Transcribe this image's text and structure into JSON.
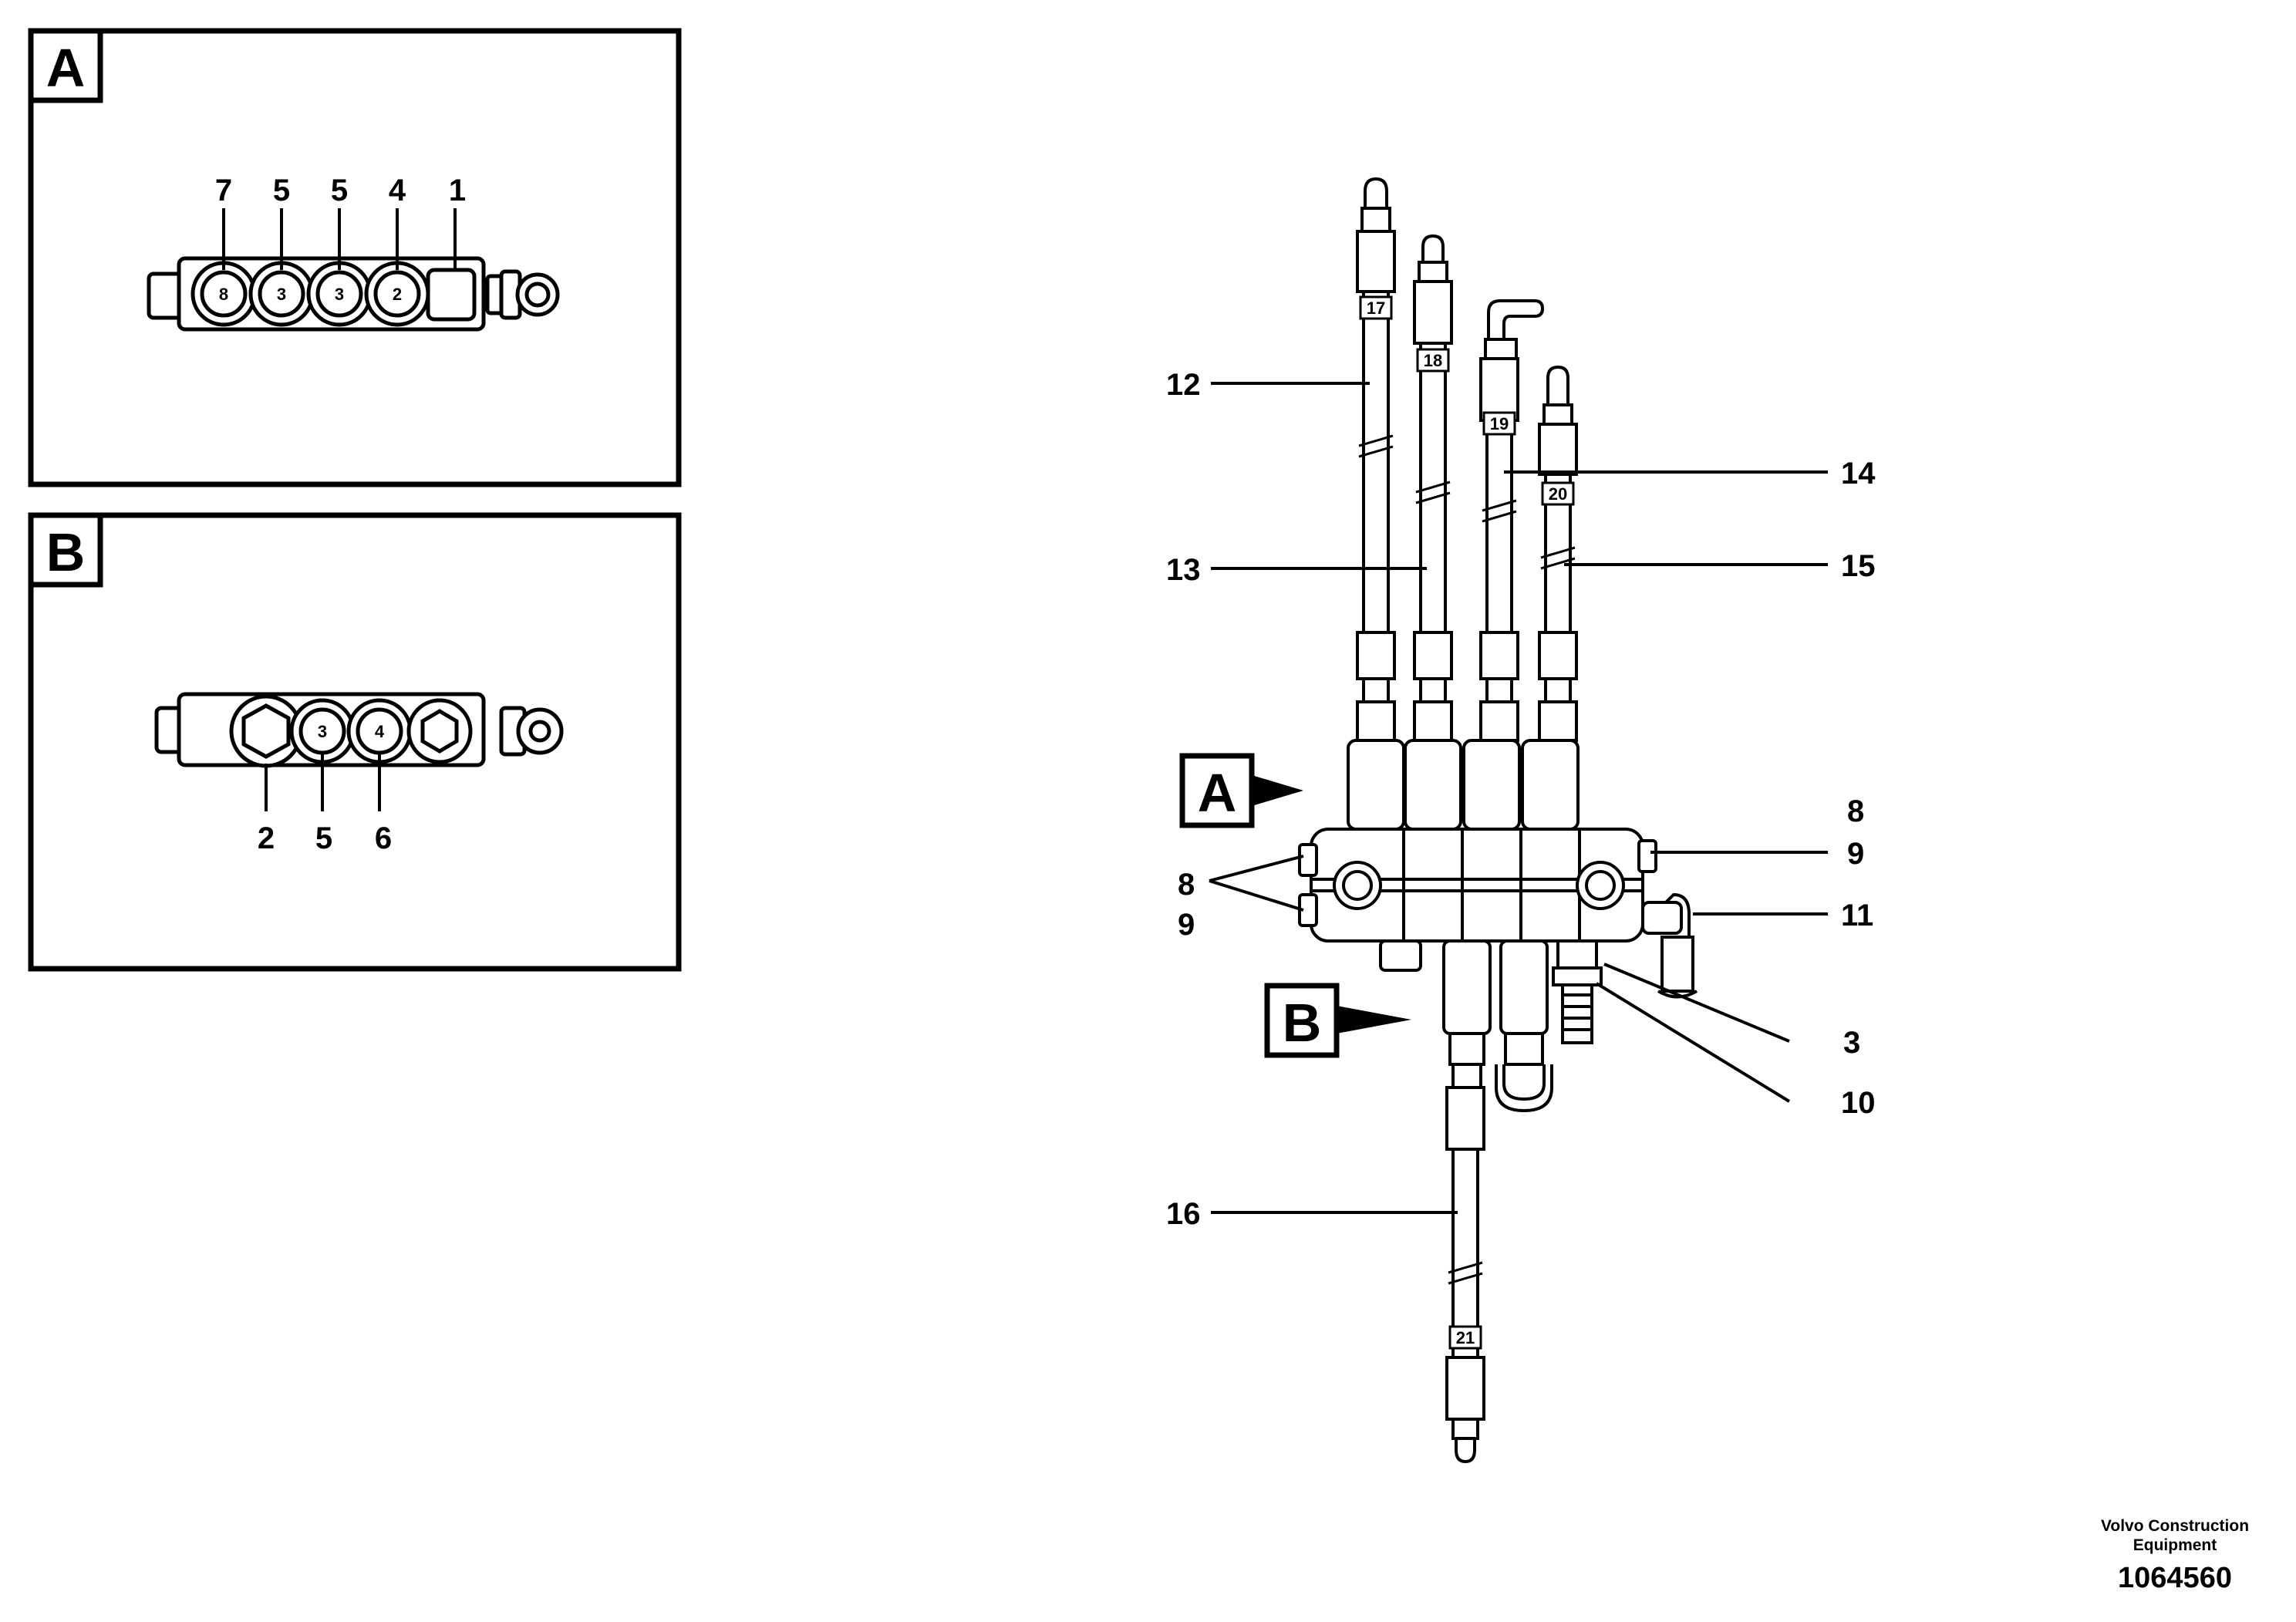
{
  "detail_a": {
    "letter": "A",
    "callouts": [
      "7",
      "5",
      "5",
      "4",
      "1"
    ],
    "port_labels": [
      "8",
      "3",
      "3",
      "2"
    ]
  },
  "detail_b": {
    "letter": "B",
    "callouts": [
      "2",
      "5",
      "6"
    ],
    "port_labels": [
      "3",
      "4"
    ]
  },
  "main": {
    "pointer_a": "A",
    "pointer_b": "B",
    "hose_tags": [
      "17",
      "18",
      "19",
      "20",
      "21"
    ],
    "callouts_left": [
      "12",
      "13",
      "8",
      "9",
      "16"
    ],
    "callouts_right": [
      "14",
      "15",
      "8",
      "9",
      "11",
      "3",
      "10"
    ]
  },
  "footer": {
    "company_line1": "Volvo Construction",
    "company_line2": "Equipment",
    "part_number": "1064560"
  }
}
